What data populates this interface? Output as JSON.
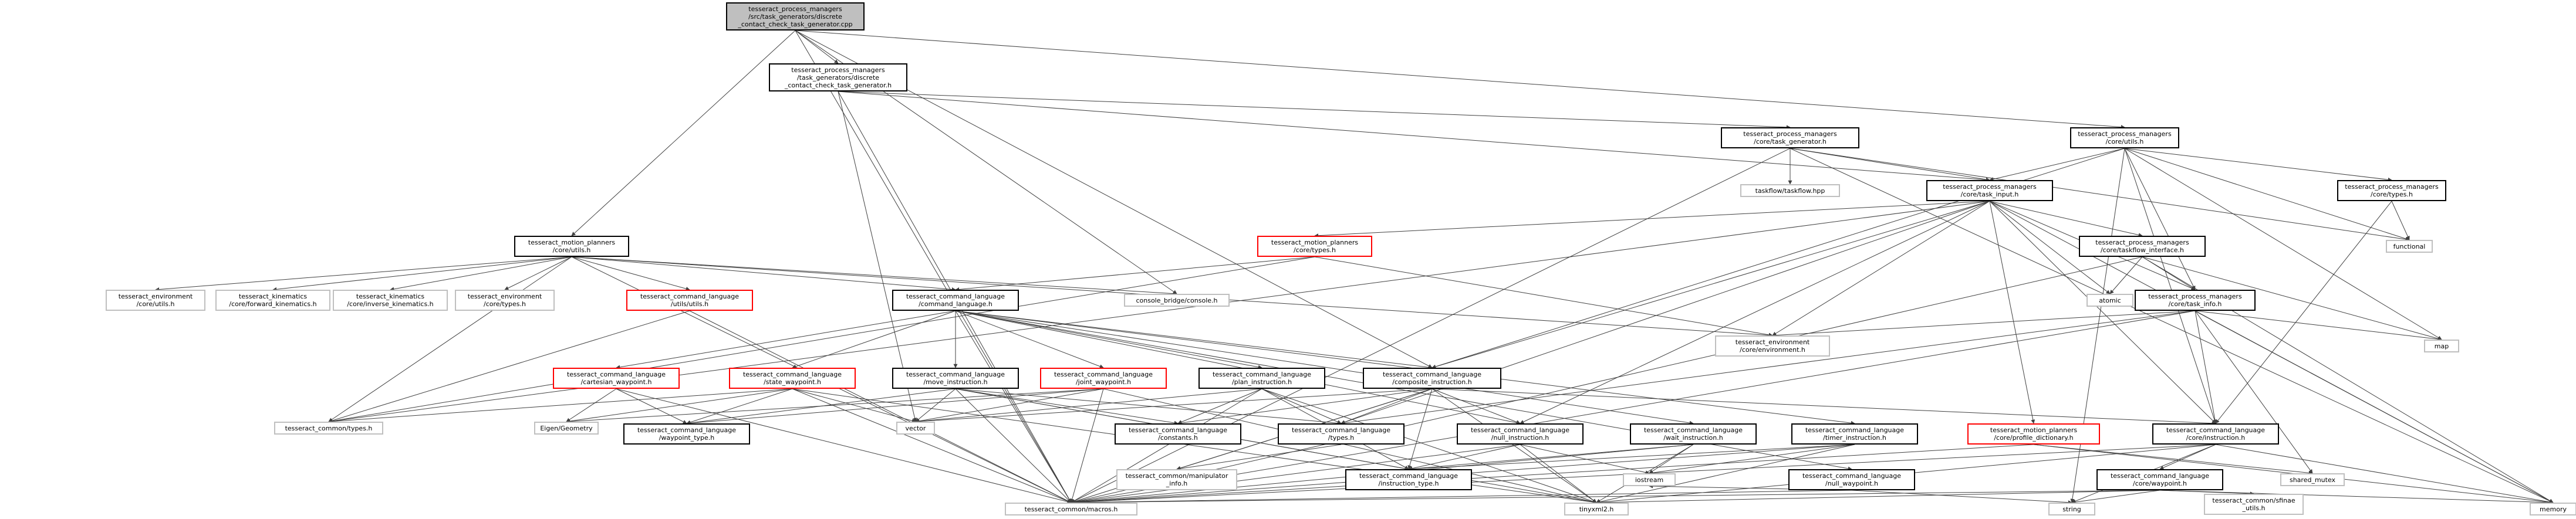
{
  "graph": {
    "nodes": [
      {
        "id": "root",
        "label": "tesseract_process_managers\n/src/task_generators/discrete\n_contact_check_task_generator.cpp",
        "style": "root"
      },
      {
        "id": "dcctg_h",
        "label": "tesseract_process_managers\n/task_generators/discrete\n_contact_check_task_generator.h",
        "style": "normal"
      },
      {
        "id": "task_generator",
        "label": "tesseract_process_managers\n/core/task_generator.h",
        "style": "normal"
      },
      {
        "id": "pm_utils",
        "label": "tesseract_process_managers\n/core/utils.h",
        "style": "normal"
      },
      {
        "id": "task_input",
        "label": "tesseract_process_managers\n/core/task_input.h",
        "style": "normal"
      },
      {
        "id": "pm_types",
        "label": "tesseract_process_managers\n/core/types.h",
        "style": "normal"
      },
      {
        "id": "taskflow",
        "label": "taskflow/taskflow.hpp",
        "style": "ext"
      },
      {
        "id": "functional",
        "label": "functional",
        "style": "ext"
      },
      {
        "id": "mp_utils",
        "label": "tesseract_motion_planners\n/core/utils.h",
        "style": "normal"
      },
      {
        "id": "mp_types",
        "label": "tesseract_motion_planners\n/core/types.h",
        "style": "red"
      },
      {
        "id": "taskflow_iface",
        "label": "tesseract_process_managers\n/core/taskflow_interface.h",
        "style": "normal"
      },
      {
        "id": "task_info",
        "label": "tesseract_process_managers\n/core/task_info.h",
        "style": "normal"
      },
      {
        "id": "atomic",
        "label": "atomic",
        "style": "ext"
      },
      {
        "id": "map",
        "label": "map",
        "style": "ext"
      },
      {
        "id": "env_utils",
        "label": "tesseract_environment\n/core/utils.h",
        "style": "ext"
      },
      {
        "id": "fwd_kin",
        "label": "tesseract_kinematics\n/core/forward_kinematics.h",
        "style": "ext"
      },
      {
        "id": "inv_kin",
        "label": "tesseract_kinematics\n/core/inverse_kinematics.h",
        "style": "ext"
      },
      {
        "id": "env_types",
        "label": "tesseract_environment\n/core/types.h",
        "style": "ext"
      },
      {
        "id": "cl_utils",
        "label": "tesseract_command_language\n/utils/utils.h",
        "style": "red"
      },
      {
        "id": "cmd_lang",
        "label": "tesseract_command_language\n/command_language.h",
        "style": "normal"
      },
      {
        "id": "console_bridge",
        "label": "console_bridge/console.h",
        "style": "ext"
      },
      {
        "id": "env_env",
        "label": "tesseract_environment\n/core/environment.h",
        "style": "ext"
      },
      {
        "id": "cart_wp",
        "label": "tesseract_command_language\n/cartesian_waypoint.h",
        "style": "red"
      },
      {
        "id": "state_wp",
        "label": "tesseract_command_language\n/state_waypoint.h",
        "style": "red"
      },
      {
        "id": "move_instr",
        "label": "tesseract_command_language\n/move_instruction.h",
        "style": "normal"
      },
      {
        "id": "joint_wp",
        "label": "tesseract_command_language\n/joint_waypoint.h",
        "style": "red"
      },
      {
        "id": "plan_instr",
        "label": "tesseract_command_language\n/plan_instruction.h",
        "style": "normal"
      },
      {
        "id": "composite_instr",
        "label": "tesseract_command_language\n/composite_instruction.h",
        "style": "normal"
      },
      {
        "id": "common_types",
        "label": "tesseract_common/types.h",
        "style": "ext"
      },
      {
        "id": "eigen_geom",
        "label": "Eigen/Geometry",
        "style": "ext"
      },
      {
        "id": "waypoint_type",
        "label": "tesseract_command_language\n/waypoint_type.h",
        "style": "normal"
      },
      {
        "id": "vector",
        "label": "vector",
        "style": "ext"
      },
      {
        "id": "constants",
        "label": "tesseract_command_language\n/constants.h",
        "style": "normal"
      },
      {
        "id": "cl_types",
        "label": "tesseract_command_language\n/types.h",
        "style": "normal"
      },
      {
        "id": "manip_info",
        "label": "tesseract_common/manipulator\n_info.h",
        "style": "ext"
      },
      {
        "id": "null_instr",
        "label": "tesseract_command_language\n/null_instruction.h",
        "style": "normal"
      },
      {
        "id": "wait_instr",
        "label": "tesseract_command_language\n/wait_instruction.h",
        "style": "normal"
      },
      {
        "id": "timer_instr",
        "label": "tesseract_command_language\n/timer_instruction.h",
        "style": "normal"
      },
      {
        "id": "profile_dict",
        "label": "tesseract_motion_planners\n/core/profile_dictionary.h",
        "style": "red"
      },
      {
        "id": "core_instr",
        "label": "tesseract_command_language\n/core/instruction.h",
        "style": "normal"
      },
      {
        "id": "instr_type",
        "label": "tesseract_command_language\n/instruction_type.h",
        "style": "normal"
      },
      {
        "id": "null_wp",
        "label": "tesseract_command_language\n/null_waypoint.h",
        "style": "normal"
      },
      {
        "id": "core_wp",
        "label": "tesseract_command_language\n/core/waypoint.h",
        "style": "normal"
      },
      {
        "id": "iostream",
        "label": "iostream",
        "style": "ext"
      },
      {
        "id": "shared_mutex",
        "label": "shared_mutex",
        "style": "ext"
      },
      {
        "id": "macros",
        "label": "tesseract_common/macros.h",
        "style": "ext"
      },
      {
        "id": "tinyxml2",
        "label": "tinyxml2.h",
        "style": "ext"
      },
      {
        "id": "string",
        "label": "string",
        "style": "ext"
      },
      {
        "id": "sfinae",
        "label": "tesseract_common/sfinae\n_utils.h",
        "style": "ext"
      },
      {
        "id": "memory",
        "label": "memory",
        "style": "ext"
      }
    ],
    "edges": [
      [
        "root",
        "dcctg_h"
      ],
      [
        "root",
        "pm_utils"
      ],
      [
        "root",
        "mp_utils"
      ],
      [
        "root",
        "macros"
      ],
      [
        "root",
        "composite_instr"
      ],
      [
        "root",
        "console_bridge"
      ],
      [
        "dcctg_h",
        "task_generator"
      ],
      [
        "dcctg_h",
        "task_input"
      ],
      [
        "dcctg_h",
        "macros"
      ],
      [
        "dcctg_h",
        "vector"
      ],
      [
        "task_generator",
        "task_input"
      ],
      [
        "task_generator",
        "taskflow"
      ],
      [
        "task_generator",
        "functional"
      ],
      [
        "task_generator",
        "memory"
      ],
      [
        "task_generator",
        "macros"
      ],
      [
        "pm_utils",
        "task_input"
      ],
      [
        "pm_utils",
        "pm_types"
      ],
      [
        "pm_utils",
        "task_info"
      ],
      [
        "pm_utils",
        "functional"
      ],
      [
        "pm_utils",
        "map"
      ],
      [
        "pm_utils",
        "composite_instr"
      ],
      [
        "pm_utils",
        "core_instr"
      ],
      [
        "pm_utils",
        "string"
      ],
      [
        "pm_types",
        "functional"
      ],
      [
        "pm_types",
        "core_instr"
      ],
      [
        "task_input",
        "mp_types"
      ],
      [
        "task_input",
        "taskflow_iface"
      ],
      [
        "task_input",
        "task_info"
      ],
      [
        "task_input",
        "atomic"
      ],
      [
        "task_input",
        "profile_dict"
      ],
      [
        "task_input",
        "env_env"
      ],
      [
        "task_input",
        "core_instr"
      ],
      [
        "task_input",
        "cl_types"
      ],
      [
        "task_input",
        "memory"
      ],
      [
        "task_input",
        "common_types"
      ],
      [
        "task_input",
        "composite_instr"
      ],
      [
        "task_input",
        "null_instr"
      ],
      [
        "taskflow_iface",
        "task_info"
      ],
      [
        "taskflow_iface",
        "atomic"
      ],
      [
        "taskflow_iface",
        "map"
      ],
      [
        "taskflow_iface",
        "memory"
      ],
      [
        "taskflow_iface",
        "macros"
      ],
      [
        "task_info",
        "map"
      ],
      [
        "task_info",
        "core_instr"
      ],
      [
        "task_info",
        "shared_mutex"
      ],
      [
        "task_info",
        "env_env"
      ],
      [
        "task_info",
        "memory"
      ],
      [
        "task_info",
        "macros"
      ],
      [
        "task_info",
        "cl_types"
      ],
      [
        "mp_types",
        "cmd_lang"
      ],
      [
        "mp_types",
        "env_env"
      ],
      [
        "mp_types",
        "common_types"
      ],
      [
        "mp_utils",
        "env_utils"
      ],
      [
        "mp_utils",
        "fwd_kin"
      ],
      [
        "mp_utils",
        "inv_kin"
      ],
      [
        "mp_utils",
        "env_types"
      ],
      [
        "mp_utils",
        "cl_utils"
      ],
      [
        "mp_utils",
        "cmd_lang"
      ],
      [
        "mp_utils",
        "console_bridge"
      ],
      [
        "mp_utils",
        "macros"
      ],
      [
        "mp_utils",
        "common_types"
      ],
      [
        "mp_utils",
        "env_env"
      ],
      [
        "cl_utils",
        "common_types"
      ],
      [
        "cl_utils",
        "macros"
      ],
      [
        "cmd_lang",
        "cart_wp"
      ],
      [
        "cmd_lang",
        "state_wp"
      ],
      [
        "cmd_lang",
        "move_instr"
      ],
      [
        "cmd_lang",
        "joint_wp"
      ],
      [
        "cmd_lang",
        "plan_instr"
      ],
      [
        "cmd_lang",
        "composite_instr"
      ],
      [
        "cmd_lang",
        "null_instr"
      ],
      [
        "cmd_lang",
        "wait_instr"
      ],
      [
        "cmd_lang",
        "timer_instr"
      ],
      [
        "cmd_lang",
        "null_wp"
      ],
      [
        "cmd_lang",
        "macros"
      ],
      [
        "cart_wp",
        "eigen_geom"
      ],
      [
        "cart_wp",
        "waypoint_type"
      ],
      [
        "cart_wp",
        "macros"
      ],
      [
        "state_wp",
        "eigen_geom"
      ],
      [
        "state_wp",
        "waypoint_type"
      ],
      [
        "state_wp",
        "vector"
      ],
      [
        "state_wp",
        "macros"
      ],
      [
        "state_wp",
        "tinyxml2"
      ],
      [
        "state_wp",
        "common_types"
      ],
      [
        "move_instr",
        "vector"
      ],
      [
        "move_instr",
        "waypoint_type"
      ],
      [
        "move_instr",
        "constants"
      ],
      [
        "move_instr",
        "cl_types"
      ],
      [
        "move_instr",
        "instr_type"
      ],
      [
        "move_instr",
        "macros"
      ],
      [
        "move_instr",
        "tinyxml2"
      ],
      [
        "joint_wp",
        "eigen_geom"
      ],
      [
        "joint_wp",
        "vector"
      ],
      [
        "joint_wp",
        "waypoint_type"
      ],
      [
        "joint_wp",
        "macros"
      ],
      [
        "joint_wp",
        "tinyxml2"
      ],
      [
        "plan_instr",
        "vector"
      ],
      [
        "plan_instr",
        "constants"
      ],
      [
        "plan_instr",
        "cl_types"
      ],
      [
        "plan_instr",
        "instr_type"
      ],
      [
        "plan_instr",
        "macros"
      ],
      [
        "plan_instr",
        "tinyxml2"
      ],
      [
        "composite_instr",
        "vector"
      ],
      [
        "composite_instr",
        "cl_types"
      ],
      [
        "composite_instr",
        "null_instr"
      ],
      [
        "composite_instr",
        "core_instr"
      ],
      [
        "composite_instr",
        "instr_type"
      ],
      [
        "composite_instr",
        "macros"
      ],
      [
        "composite_instr",
        "manip_info"
      ],
      [
        "composite_instr",
        "tinyxml2"
      ],
      [
        "composite_instr",
        "constants"
      ],
      [
        "null_instr",
        "iostream"
      ],
      [
        "null_instr",
        "instr_type"
      ],
      [
        "null_instr",
        "macros"
      ],
      [
        "null_instr",
        "tinyxml2"
      ],
      [
        "wait_instr",
        "iostream"
      ],
      [
        "wait_instr",
        "instr_type"
      ],
      [
        "wait_instr",
        "macros"
      ],
      [
        "wait_instr",
        "tinyxml2"
      ],
      [
        "timer_instr",
        "iostream"
      ],
      [
        "timer_instr",
        "instr_type"
      ],
      [
        "timer_instr",
        "macros"
      ],
      [
        "timer_instr",
        "tinyxml2"
      ],
      [
        "profile_dict",
        "shared_mutex"
      ],
      [
        "profile_dict",
        "macros"
      ],
      [
        "profile_dict",
        "memory"
      ],
      [
        "core_instr",
        "core_wp"
      ],
      [
        "core_instr",
        "memory"
      ],
      [
        "core_instr",
        "string"
      ],
      [
        "core_instr",
        "macros"
      ],
      [
        "core_instr",
        "tinyxml2"
      ],
      [
        "cl_types",
        "manip_info"
      ],
      [
        "null_wp",
        "iostream"
      ],
      [
        "null_wp",
        "string"
      ],
      [
        "null_wp",
        "macros"
      ],
      [
        "core_wp",
        "memory"
      ],
      [
        "core_wp",
        "string"
      ],
      [
        "core_wp",
        "sfinae"
      ],
      [
        "core_wp",
        "macros"
      ],
      [
        "core_wp",
        "tinyxml2"
      ]
    ]
  }
}
